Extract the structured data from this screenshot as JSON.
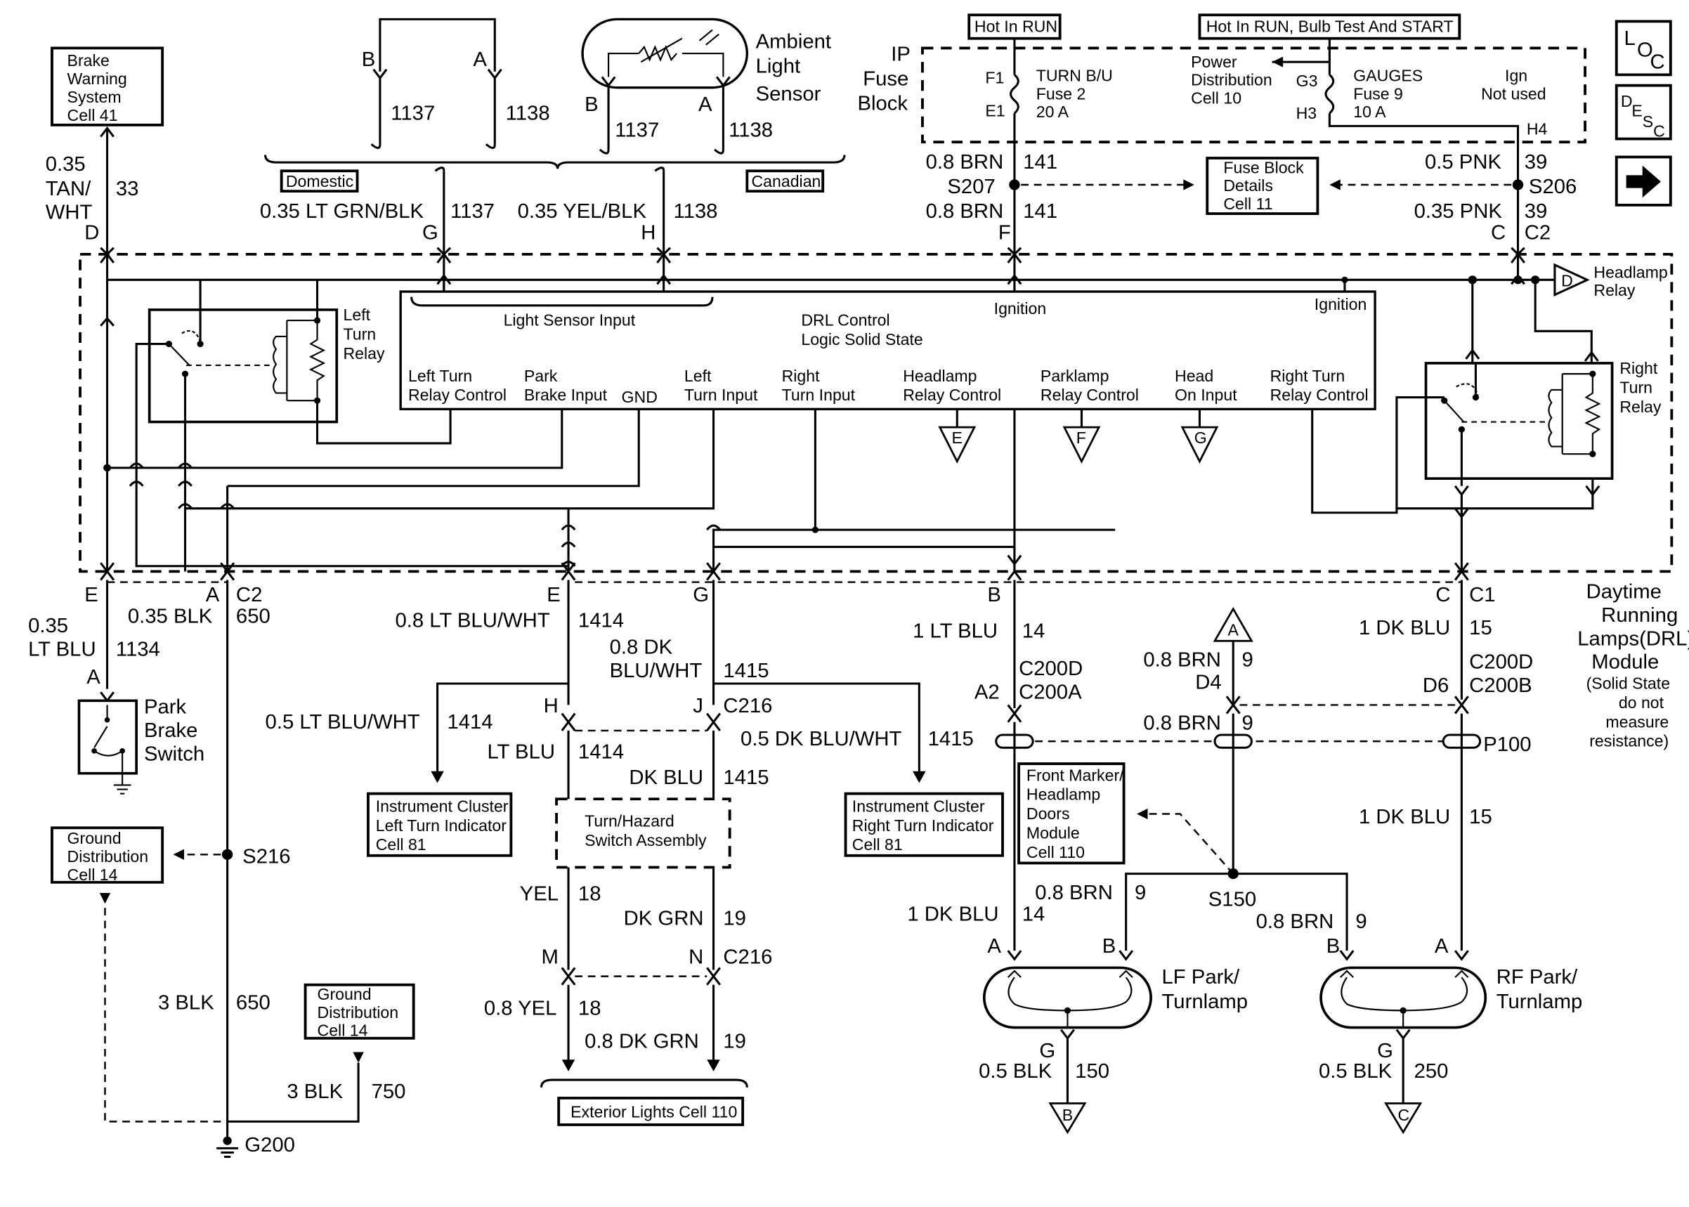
{
  "nav": {
    "loc": {
      "a": "L",
      "b": "O",
      "c": "C"
    },
    "desc": {
      "a": "D",
      "b": "E",
      "c": "S",
      "d": "C"
    }
  },
  "boxes": {
    "brake_warning": [
      "Brake",
      "Warning",
      "System",
      "Cell 41"
    ],
    "hot_in_run": "Hot In RUN",
    "hot_in_run_bulb": "Hot In RUN, Bulb Test And START",
    "fuse_block_details": [
      "Fuse Block",
      "Details",
      "Cell 11"
    ],
    "domestic": "Domestic",
    "canadian": "Canadian",
    "ground_dist_1": [
      "Ground",
      "Distribution",
      "Cell 14"
    ],
    "ground_dist_2": [
      "Ground",
      "Distribution",
      "Cell 14"
    ],
    "ic_left": [
      "Instrument Cluster",
      "Left Turn Indicator",
      "Cell 81"
    ],
    "ic_right": [
      "Instrument Cluster",
      "Right Turn Indicator",
      "Cell 81"
    ],
    "turn_hazard": [
      "Turn/Hazard",
      "Switch Assembly"
    ],
    "front_marker": [
      "Front Marker/",
      "Headlamp",
      "Doors",
      "Module",
      "Cell 110"
    ],
    "exterior_lights": "Exterior Lights Cell 110"
  },
  "components": {
    "ambient": [
      "Ambient",
      "Light",
      "Sensor"
    ],
    "ip_fuse": [
      "IP",
      "Fuse",
      "Block"
    ],
    "left_relay": [
      "Left",
      "Turn",
      "Relay"
    ],
    "right_relay": [
      "Right",
      "Turn",
      "Relay"
    ],
    "headlamp_relay": [
      "Headlamp",
      "Relay"
    ],
    "park_brake": [
      "Park",
      "Brake",
      "Switch"
    ],
    "lf_lamp": [
      "LF Park/",
      "Turnlamp"
    ],
    "rf_lamp": [
      "RF Park/",
      "Turnlamp"
    ],
    "drl_module": [
      "Daytime",
      "Running",
      "Lamps(DRL)",
      "Module"
    ],
    "drl_note": [
      "(Solid State",
      "do not",
      "measure",
      "resistance)"
    ]
  },
  "fuses": {
    "turn": {
      "pin_in": "F1",
      "pin_out": "E1",
      "lines": [
        "TURN B/U",
        "Fuse 2",
        "20 A"
      ]
    },
    "gauges": {
      "pin_in": "G3",
      "pin_out": "H3",
      "lines": [
        "GAUGES",
        "Fuse 9",
        "10 A"
      ]
    },
    "pdc": [
      "Power",
      "Distribution",
      "Cell 10"
    ],
    "ign": [
      "Ign",
      "Not used"
    ],
    "h4": "H4"
  },
  "module": {
    "title": [
      "DRL Control",
      "Logic Solid State"
    ],
    "light_sensor_input": "Light Sensor Input",
    "ignition_1": "Ignition",
    "ignition_2": "Ignition",
    "pins": [
      [
        "Left Turn",
        "Relay Control"
      ],
      [
        "Park",
        "Brake Input"
      ],
      [
        "GND"
      ],
      [
        "Left",
        "Turn Input"
      ],
      [
        "Right",
        "Turn Input"
      ],
      [
        "Headlamp",
        "Relay Control"
      ],
      [
        "Parklamp",
        "Relay Control"
      ],
      [
        "Head",
        "On Input"
      ],
      [
        "Right Turn",
        "Relay Control"
      ]
    ],
    "triangles": [
      "E",
      "F",
      "G"
    ],
    "headlamp_tri": "D"
  },
  "text": {
    "sensor_b": "B",
    "sensor_a": "A",
    "s1137": "1137",
    "s1138": "1138",
    "sensor_b2": "B",
    "sensor_a2": "A",
    "s1137b": "1137",
    "s1138b": "1138",
    "w033": "0.35",
    "wtan": "TAN/",
    "wwht": "WHT",
    "c33": "33",
    "pD": "D",
    "w1137": "0.35 LT GRN/BLK",
    "c1137": "1137",
    "pG": "G",
    "w1138": "0.35 YEL/BLK",
    "c1138": "1138",
    "pH": "H",
    "w141a": "0.8 BRN",
    "c141a": "141",
    "s207": "S207",
    "w141b": "0.8 BRN",
    "c141b": "141",
    "pF": "F",
    "w39a": "0.5 PNK",
    "c39a": "39",
    "s206": "S206",
    "w39b": "0.35 PNK",
    "c39b": "39",
    "pC": "C",
    "c2top": "C2",
    "pE_l": "E",
    "pA_l": "A",
    "c2_l": "C2",
    "w1134a": "0.35",
    "w1134b": "LT BLU",
    "c1134": "1134",
    "pA_pb": "A",
    "w650": "0.35 BLK",
    "c650": "650",
    "s216": "S216",
    "w3blk": "3 BLK",
    "c650b": "650",
    "w750": "3 BLK",
    "c750": "750",
    "g200": "G200",
    "pE_m": "E",
    "pG_m": "G",
    "w1414": "0.8 LT BLU/WHT",
    "c1414": "1414",
    "w1415a": "0.8 DK",
    "w1415b": "BLU/WHT",
    "c1415": "1415",
    "pH_c216": "H",
    "pJ_c216": "J",
    "c216a": "C216",
    "w1414b": "0.5 LT BLU/WHT",
    "c1414b": "1414",
    "w1415c": "0.5 DK BLU/WHT",
    "c1415c": "1415",
    "w1414c": "LT BLU",
    "c1414c": "1414",
    "w1415d": "DK BLU",
    "c1415d": "1415",
    "w18": "YEL",
    "c18": "18",
    "w19": "DK GRN",
    "c19": "19",
    "pM": "M",
    "pN": "N",
    "c216b": "C216",
    "w18b": "0.8 YEL",
    "c18b": "18",
    "w19b": "0.8 DK GRN",
    "c19b": "19",
    "pB_m": "B",
    "w14": "1 LT BLU",
    "c14": "14",
    "c200d": "C200D",
    "c200a": "C200A",
    "pA2": "A2",
    "tri_a": "A",
    "w9a": "0.8 BRN",
    "c9a": "9",
    "pD4": "D4",
    "w9b": "0.8 BRN",
    "c9b": "9",
    "pC_r": "C",
    "c1": "C1",
    "w15": "1 DK BLU",
    "c15": "15",
    "c200d2": "C200D",
    "c200b": "C200B",
    "pD6": "D6",
    "p100": "P100",
    "w15b": "1 DK BLU",
    "c15b": "15",
    "w9c": "0.8 BRN",
    "c9c": "9",
    "s150": "S150",
    "w9d": "0.8 BRN",
    "c9d": "9",
    "w14b": "1 DK BLU",
    "c14b": "14",
    "lfA": "A",
    "lfB": "B",
    "rfB": "B",
    "rfA": "A",
    "lfG": "G",
    "w150": "0.5 BLK",
    "c150": "150",
    "triB": "B",
    "rfG": "G",
    "w250": "0.5 BLK",
    "c250": "250",
    "triC": "C"
  }
}
